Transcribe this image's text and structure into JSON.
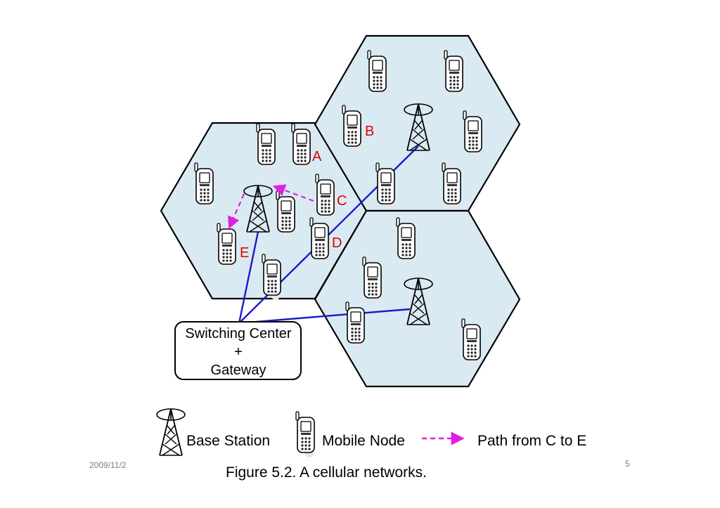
{
  "colors": {
    "cell_fill": "#daeaf3",
    "cell_stroke": "#000000",
    "link": "#1a1acc",
    "path": "#e020e0",
    "label": "#e00000"
  },
  "nodes": {
    "A": "A",
    "B": "B",
    "C": "C",
    "D": "D",
    "E": "E"
  },
  "switching_center": {
    "line1": "Switching Center",
    "line2": "+",
    "line3": "Gateway"
  },
  "legend": {
    "base_station": "Base Station",
    "mobile_node": "Mobile Node",
    "path": "Path from C to E"
  },
  "caption": "Figure 5.2. A cellular networks.",
  "footer": {
    "date": "2009/11/2",
    "page": "5"
  },
  "icons": [
    "base-station-icon",
    "mobile-phone-icon",
    "dashed-arrow-icon"
  ]
}
